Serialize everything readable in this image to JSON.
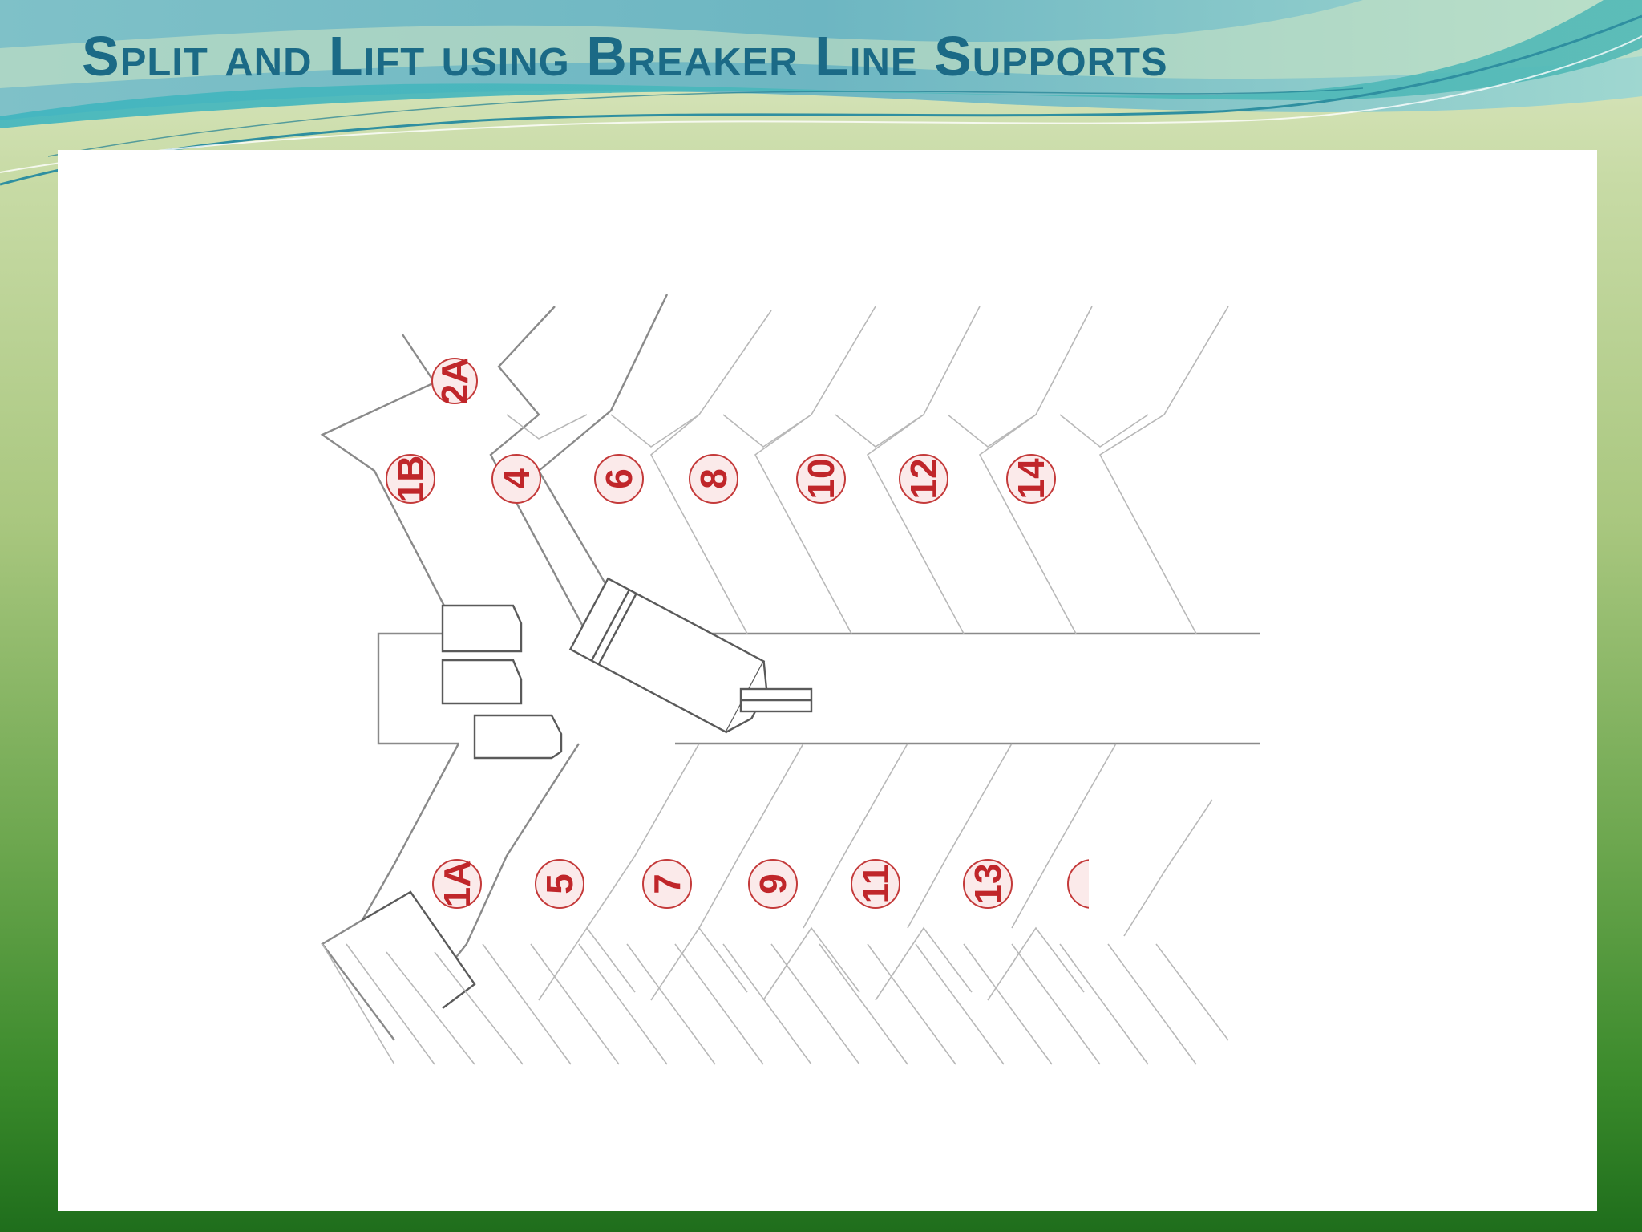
{
  "slide": {
    "title": "Split and Lift using Breaker Line Supports"
  },
  "colors": {
    "title": "#1b6a86",
    "marker_stroke": "#c43a3a",
    "marker_text": "#c0262a",
    "line": "#8a8a8a"
  },
  "diagram": {
    "top_row_markers": [
      "2A",
      "1B",
      "4",
      "6",
      "8",
      "10",
      "12",
      "14"
    ],
    "bottom_row_markers": [
      "1A",
      "5",
      "7",
      "9",
      "11",
      "13"
    ]
  }
}
